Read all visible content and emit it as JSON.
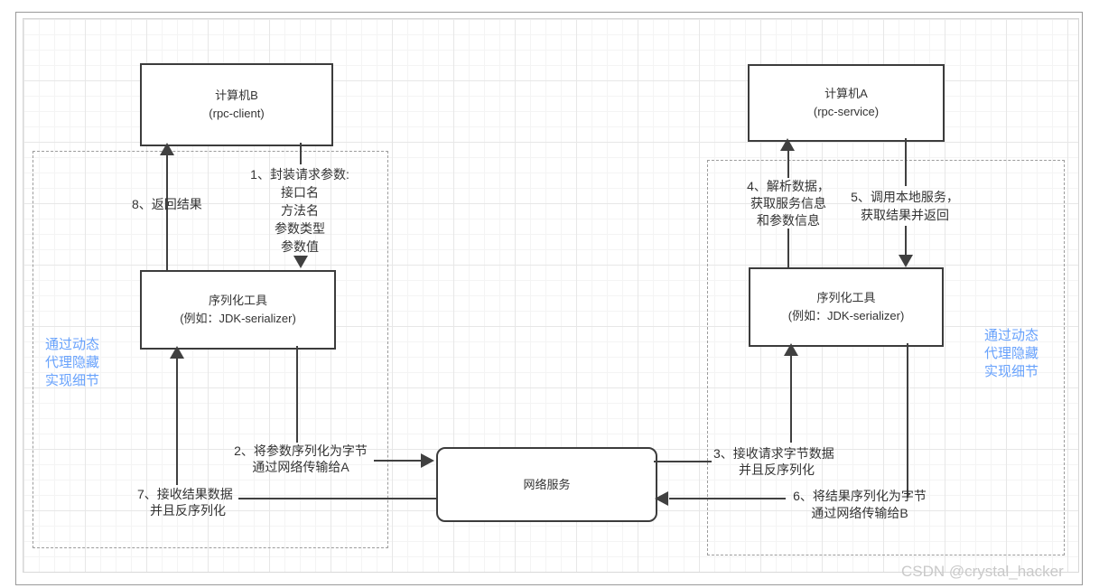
{
  "watermark": "CSDN @crystal_hacker",
  "nodes": {
    "computer_b": {
      "title": "计算机B",
      "subtitle": "(rpc-client)"
    },
    "computer_a": {
      "title": "计算机A",
      "subtitle": "(rpc-service)"
    },
    "serializer_left": {
      "title": "序列化工具",
      "subtitle": "(例如：JDK-serializer)"
    },
    "serializer_right": {
      "title": "序列化工具",
      "subtitle": "(例如：JDK-serializer)"
    },
    "network": {
      "title": "网络服务"
    }
  },
  "edge_labels": {
    "step1": {
      "lines": [
        "1、封装请求参数:",
        "接口名",
        "方法名",
        "参数类型",
        "参数值"
      ]
    },
    "step2": {
      "lines": [
        "2、将参数序列化为字节",
        "通过网络传输给A"
      ]
    },
    "step3": {
      "lines": [
        "3、接收请求字节数据",
        "并且反序列化"
      ]
    },
    "step4": {
      "lines": [
        "4、解析数据，",
        "获取服务信息",
        "和参数信息"
      ]
    },
    "step5": {
      "lines": [
        "5、调用本地服务，",
        "获取结果并返回"
      ]
    },
    "step6": {
      "lines": [
        "6、将结果序列化为字节",
        "通过网络传输给B"
      ]
    },
    "step7": {
      "lines": [
        "7、接收结果数据",
        "并且反序列化"
      ]
    },
    "step8": {
      "lines": [
        "8、返回结果"
      ]
    }
  },
  "notes": {
    "left": {
      "lines": [
        "通过动态",
        "代理隐藏",
        "实现细节"
      ]
    },
    "right": {
      "lines": [
        "通过动态",
        "代理隐藏",
        "实现细节"
      ]
    }
  },
  "colors": {
    "line": "#404040",
    "box_border": "#3c3c3c",
    "text": "#333333",
    "note_blue": "#68a2fc",
    "dashed": "#9c9c9c",
    "watermark": "#c9c9c9"
  }
}
